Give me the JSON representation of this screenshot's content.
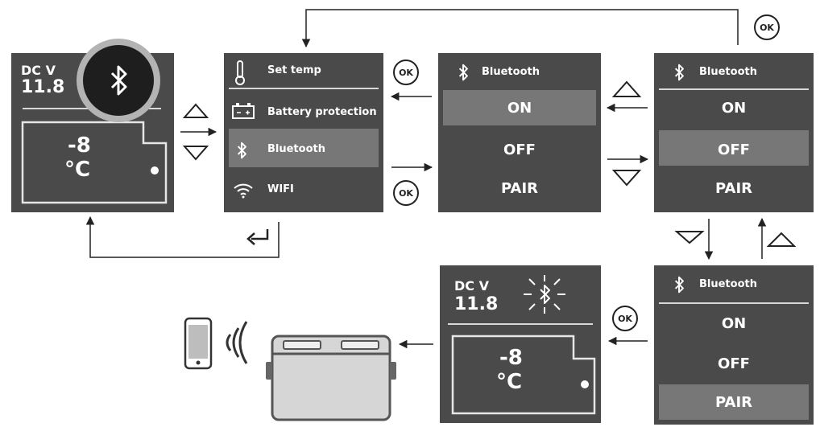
{
  "home": {
    "dcv": "DC V",
    "voltage": "11.8",
    "temp": "-8",
    "unit": "°C"
  },
  "menu": {
    "items": [
      "Set temp",
      "Battery protection",
      "Bluetooth",
      "WIFI"
    ]
  },
  "bt_on": {
    "title": "Bluetooth",
    "options": [
      "ON",
      "OFF",
      "PAIR"
    ],
    "selected": "ON"
  },
  "bt_off": {
    "title": "Bluetooth",
    "options": [
      "ON",
      "OFF",
      "PAIR"
    ],
    "selected": "OFF"
  },
  "bt_pair": {
    "title": "Bluetooth",
    "options": [
      "ON",
      "OFF",
      "PAIR"
    ],
    "selected": "PAIR"
  },
  "pairing": {
    "dcv": "DC V",
    "voltage": "11.8",
    "temp": "-8",
    "unit": "°C"
  },
  "ok_label": "OK",
  "colors": {
    "screen": "#4a4a4a",
    "highlight": "#777777",
    "arrow": "#222222"
  },
  "icons": [
    "bluetooth-icon",
    "thermometer-icon",
    "battery-icon",
    "wifi-icon",
    "return-icon",
    "phone-icon",
    "signal-waves-icon",
    "cooler-box-icon",
    "triangle-up-icon",
    "triangle-down-icon"
  ]
}
